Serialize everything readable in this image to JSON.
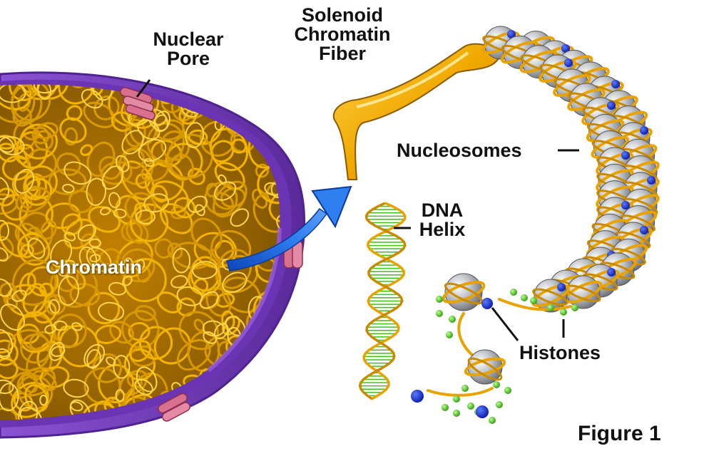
{
  "labels": {
    "nuclear_pore": [
      "Nuclear",
      "Pore"
    ],
    "solenoid": [
      "Solenoid",
      "Chromatin",
      "Fiber"
    ],
    "nucleosomes": "Nucleosomes",
    "dna_helix": [
      "DNA",
      "Helix"
    ],
    "chromatin": "Chromatin",
    "histones": "Histones",
    "figure": "Figure 1"
  },
  "colors": {
    "membrane": "#7a3fc4",
    "membrane_dark": "#4e2290",
    "chromatin": "#e8a300",
    "chromatin_dark": "#9a6a00",
    "pore": "#d9708f",
    "arrow": "#1e63d6",
    "histone": "#bfc3c8",
    "histone_marker": "#1a2fd8",
    "dna_green": "#3fbf1a",
    "dna_orange": "#e8a300",
    "green_dot": "#55dd22"
  },
  "icons": {
    "nucleus": "cell-nucleus-cutaway",
    "arrow": "curved-arrow",
    "fiber": "solenoid-fiber",
    "helix": "dna-double-helix"
  }
}
